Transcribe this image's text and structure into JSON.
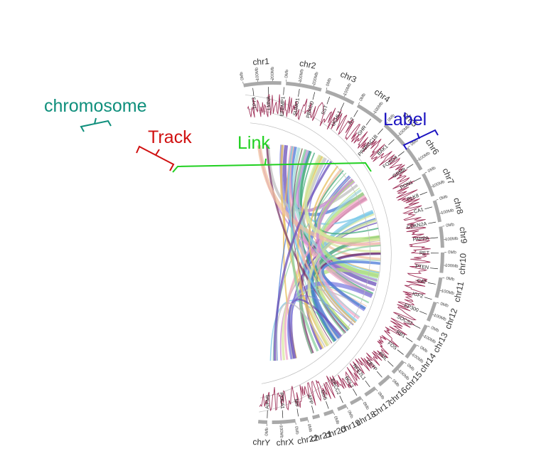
{
  "callouts": {
    "chromosome": {
      "text": "chromosome",
      "color": "#0f8f7c"
    },
    "track": {
      "text": "Track",
      "color": "#d01010"
    },
    "link": {
      "text": "Link",
      "color": "#20d020"
    },
    "label": {
      "text": "Label",
      "color": "#1a12c0"
    }
  },
  "colors": {
    "ideogram": "#a9a9a9",
    "track_line": "#a0335a",
    "track_ring": "#bdbdbd",
    "link_palette": [
      "#b3e07a",
      "#7ac8e8",
      "#c98ad8",
      "#f0a8c8",
      "#8ad0a0",
      "#4a7ad8",
      "#e8c060",
      "#a0d8d8",
      "#6a4fb8",
      "#d8e8a0",
      "#3fa87a",
      "#f0c0a0",
      "#8080e0",
      "#c0c0c0",
      "#7a3a6a"
    ]
  },
  "chromosomes": [
    {
      "name": "chr1",
      "ticks": [
        "0Mb",
        "100Mb",
        "200Mb"
      ]
    },
    {
      "name": "chr2",
      "ticks": [
        "0Mb",
        "100Mb",
        "200Mb"
      ]
    },
    {
      "name": "chr3",
      "ticks": [
        "0Mb",
        "100Mb"
      ]
    },
    {
      "name": "chr4",
      "ticks": [
        "0Mb",
        "100Mb"
      ]
    },
    {
      "name": "chr5",
      "ticks": [
        "0Mb",
        "100Mb"
      ]
    },
    {
      "name": "chr6",
      "ticks": [
        "0Mb",
        "100Mb"
      ]
    },
    {
      "name": "chr7",
      "ticks": [
        "0Mb",
        "100Mb"
      ]
    },
    {
      "name": "chr8",
      "ticks": [
        "0Mb",
        "100Mb"
      ]
    },
    {
      "name": "chr9",
      "ticks": [
        "0Mb",
        "100Mb"
      ]
    },
    {
      "name": "chr10",
      "ticks": [
        "0Mb",
        "100Mb"
      ]
    },
    {
      "name": "chr11",
      "ticks": [
        "0Mb",
        "100Mb"
      ]
    },
    {
      "name": "chr12",
      "ticks": [
        "0Mb",
        "100Mb"
      ]
    },
    {
      "name": "chr13",
      "ticks": [
        "0Mb",
        "100Mb"
      ]
    },
    {
      "name": "chr14",
      "ticks": [
        "0Mb",
        "100Mb"
      ]
    },
    {
      "name": "chr15",
      "ticks": [
        "0Mb",
        "100Mb"
      ]
    },
    {
      "name": "chr16",
      "ticks": [
        "0Mb"
      ]
    },
    {
      "name": "chr17",
      "ticks": [
        "0Mb"
      ]
    },
    {
      "name": "chr18",
      "ticks": [
        "0Mb"
      ]
    },
    {
      "name": "chr19",
      "ticks": [
        "0Mb"
      ]
    },
    {
      "name": "chr20",
      "ticks": [
        "0Mb"
      ]
    },
    {
      "name": "chr21",
      "ticks": []
    },
    {
      "name": "chr22",
      "ticks": [
        "0Mb"
      ]
    },
    {
      "name": "chrX",
      "ticks": [
        "0Mb",
        "100Mb"
      ]
    },
    {
      "name": "chrY",
      "ticks": [
        "0Mb"
      ]
    }
  ],
  "genes": [
    "TP73",
    "LMNA",
    "EFEMP1",
    "SUMO1",
    "PRKCD",
    "SST",
    "UCHL1",
    "IL2",
    "GHR",
    "PPARGC1B",
    "BAK1",
    "FOXO3",
    "GRM8",
    "PON1",
    "PLK8",
    "CA1",
    "CDKN2A",
    "PAPPA",
    "RET",
    "PTEN",
    "CAT",
    "IGF2",
    "EP300",
    "SOCS2",
    "RB1",
    "FOS",
    "PML",
    "CETP",
    "NFE2L1",
    "BCL2",
    "ERCC2",
    "GSS",
    "APP",
    "MIF",
    "POLA1",
    "AIFM1"
  ]
}
